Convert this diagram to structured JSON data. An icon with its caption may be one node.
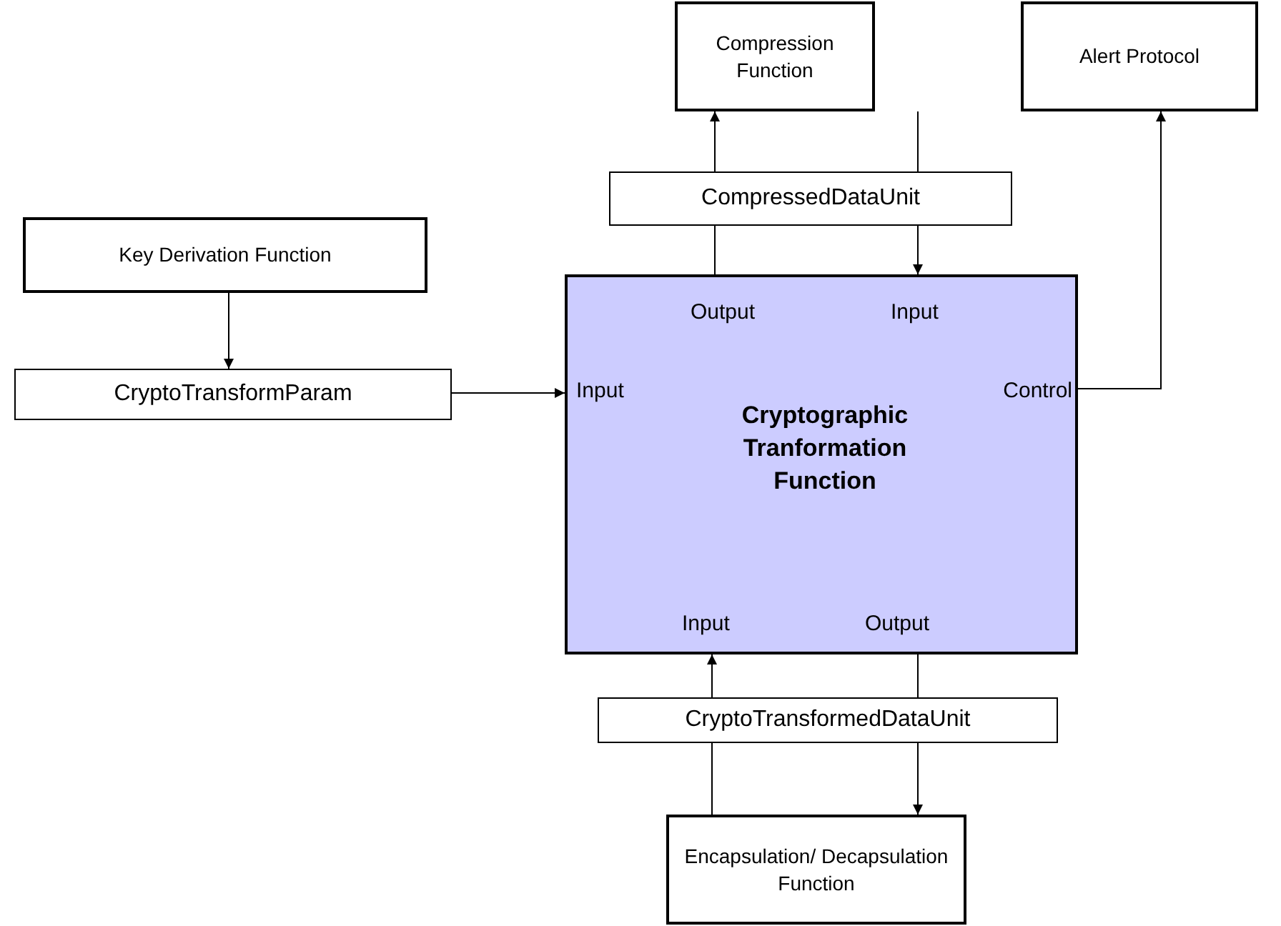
{
  "diagram": {
    "nodes": [
      {
        "text": [
          "Compression Function"
        ]
      },
      {
        "text": [
          "Alert Protocol"
        ]
      },
      {
        "text": [
          "CompressedDataUnit"
        ]
      },
      {
        "text": [
          "Key Derivation Function"
        ]
      },
      {
        "text": [
          "CryptoTransformParam"
        ]
      },
      {
        "text": [
          "Output",
          "Input",
          "Input",
          "Cryptographic Tranformation Function",
          "Control",
          "Input",
          "Output"
        ]
      },
      {
        "text": [
          "CryptoTransformedDataUnit"
        ]
      },
      {
        "text": [
          "Encapsulation/ Decapsulation Function"
        ]
      }
    ],
    "edges": [
      {
        "from": 5,
        "to": 2,
        "arrow": "none"
      },
      {
        "from": 2,
        "to": 0,
        "arrow": "to"
      },
      {
        "from": 0,
        "to": 2,
        "arrow": "none"
      },
      {
        "from": 2,
        "to": 5,
        "arrow": "to"
      },
      {
        "from": 3,
        "to": 4,
        "arrow": "to"
      },
      {
        "from": 4,
        "to": 5,
        "arrow": "to"
      },
      {
        "from": 5,
        "to": 1,
        "arrow": "to"
      },
      {
        "from": 5,
        "to": 6,
        "arrow": "none"
      },
      {
        "from": 6,
        "to": 7,
        "arrow": "to"
      },
      {
        "from": 7,
        "to": 6,
        "arrow": "none"
      },
      {
        "from": 6,
        "to": 5,
        "arrow": "to"
      }
    ]
  }
}
